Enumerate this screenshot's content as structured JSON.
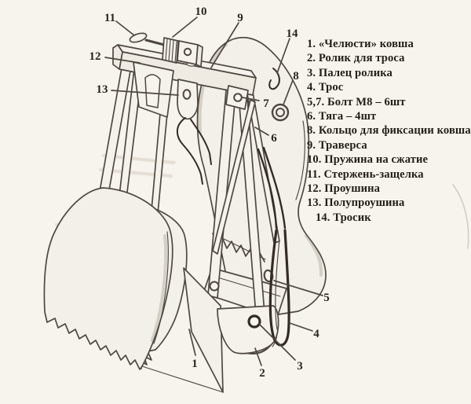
{
  "figure": {
    "kind": "scanned technical drawing of a homemade grab (clamshell) bucket with numbered parts"
  },
  "legend": {
    "items": [
      "1. «Челюсти» ковша",
      "2. Ролик для троса",
      "3. Палец ролика",
      "4. Трос",
      "5,7. Болт М8 – 6шт",
      "6. Тяга – 4шт",
      "8. Кольцо для фиксации ковша",
      "9. Траверса",
      "10. Пружина на сжатие",
      "11. Стержень-защелка",
      "12. Проушина",
      "13. Полупроушина",
      "14. Тросик"
    ]
  },
  "callouts": [
    {
      "label": "1"
    },
    {
      "label": "2"
    },
    {
      "label": "3"
    },
    {
      "label": "4"
    },
    {
      "label": "5"
    },
    {
      "label": "6"
    },
    {
      "label": "7"
    },
    {
      "label": "8"
    },
    {
      "label": "9"
    },
    {
      "label": "10"
    },
    {
      "label": "11"
    },
    {
      "label": "12"
    },
    {
      "label": "13"
    },
    {
      "label": "14"
    }
  ],
  "colors": {
    "paper": "#f7f4ee",
    "ink": "#4f4840",
    "dark_ink": "#332c24",
    "text": "#241d18"
  }
}
